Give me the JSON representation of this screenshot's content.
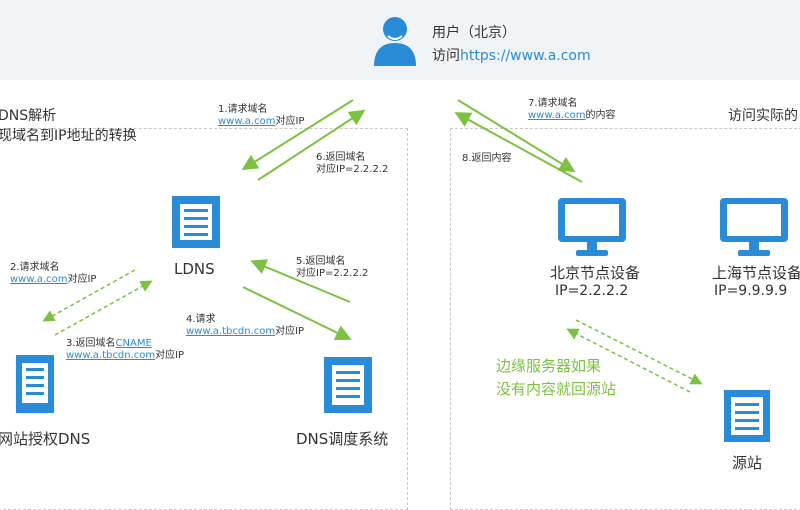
{
  "user": {
    "name": "用户（北京）",
    "visit_prefix": "访问",
    "visit_url": "https://www.a.com"
  },
  "left_section": {
    "title_line1": "DNS解析",
    "title_line2": "现域名到IP地址的转换"
  },
  "right_section": {
    "title": "访问实际的"
  },
  "nodes": {
    "ldns": "LDNS",
    "auth_dns": "网站授权DNS",
    "dispatch": "DNS调度系统",
    "bj_node": "北京节点设备",
    "bj_ip": "IP=2.2.2.2",
    "sh_node": "上海节点设备",
    "sh_ip": "IP=9.9.9.9",
    "origin": "源站"
  },
  "steps": {
    "s1_title": "1.请求域名",
    "s1_link": "www.a.com",
    "s1_suffix": "对应IP",
    "s2_title": "2.请求域名",
    "s2_link": "www.a.com",
    "s2_suffix": "对应IP",
    "s3_title": "3.返回域名",
    "s3_cname": "CNAME",
    "s3_link": "www.a.tbcdn.com",
    "s3_suffix": "对应IP",
    "s4_title": "4.请求",
    "s4_link": "www.a.tbcdn.com",
    "s4_suffix": "对应IP",
    "s5_title": "5.返回域名",
    "s5_detail": "对应IP=2.2.2.2",
    "s6_title": "6.返回域名",
    "s6_detail": "对应IP=2.2.2.2",
    "s7_title": "7.请求域名",
    "s7_link": "www.a.com",
    "s7_suffix": "的内容",
    "s8_title": "8.返回内容"
  },
  "note": {
    "line1": "边缘服务器如果",
    "line2": "没有内容就回源站"
  },
  "colors": {
    "icon_blue": "#2a8bd6",
    "arrow_green": "#7cc142",
    "link_blue": "#2a8bd6"
  }
}
